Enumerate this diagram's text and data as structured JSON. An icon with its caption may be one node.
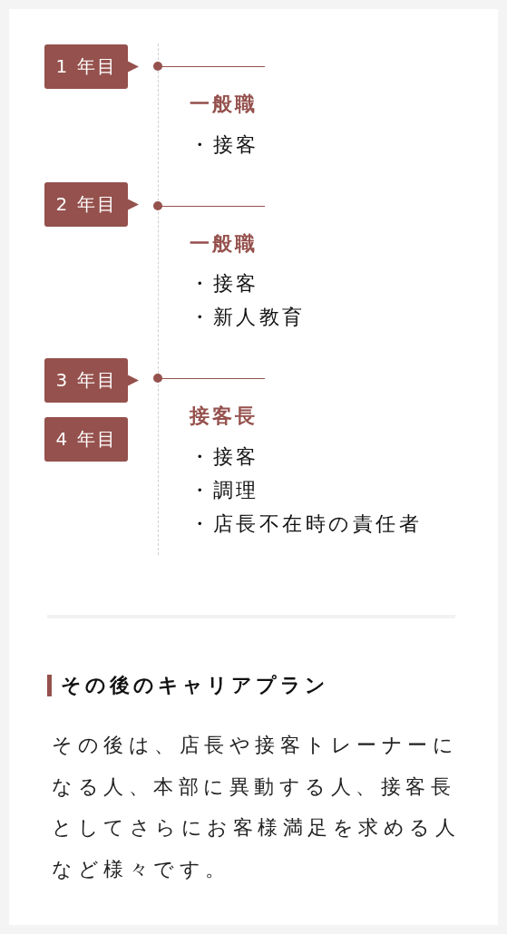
{
  "diagram": {
    "nodes": [
      {
        "text": [
          "1 年目"
        ]
      },
      {
        "text": [
          "2 年目"
        ]
      },
      {
        "text": [
          "3 年目"
        ]
      },
      {
        "text": [
          "4 年目"
        ]
      }
    ],
    "labels": [
      "一般職",
      "・接客",
      "一般職",
      "・接客",
      "・新人教育",
      "接客長",
      "・接客",
      "・調理",
      "・店長不在時の責任者",
      "その後のキャリアプラン",
      "その後は、店長や接客トレーナーになる人、本部に異動する人、接客長としてさらにお客様満足を求める人など様々です。"
    ]
  }
}
